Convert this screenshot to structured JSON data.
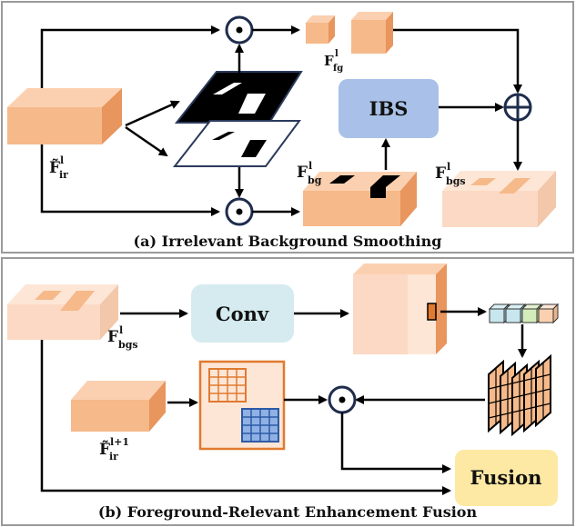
{
  "panel_a": {
    "caption": "(a) Irrelevant Background Smoothing",
    "ibs_label": "IBS",
    "input_feature": {
      "base": "F̃",
      "sub": "ir",
      "sup": "l"
    },
    "fg_feature": {
      "base": "F",
      "sub": "fg",
      "sup": "l"
    },
    "bg_feature": {
      "base": "F",
      "sub": "bg",
      "sup": "l"
    },
    "bgs_feature": {
      "base": "F",
      "sub": "bgs",
      "sup": "l"
    }
  },
  "panel_b": {
    "caption": "(b) Foreground-Relevant Enhancement Fusion",
    "conv_label": "Conv",
    "fusion_label": "Fusion",
    "bgs_feature": {
      "base": "F",
      "sub": "bgs",
      "sup": "l"
    },
    "next_feature": {
      "base": "F̃",
      "sub": "ir",
      "sup": "l+1"
    }
  },
  "colors": {
    "orange": "#f6b98a",
    "orange_side": "#e8955e",
    "light_orange": "#fcd9c4",
    "ibs_blue": "#a9c1e8",
    "conv_blue": "#d5ebf0",
    "fusion_yellow": "#fde9a3",
    "panel_border": "#9a9a9a"
  }
}
